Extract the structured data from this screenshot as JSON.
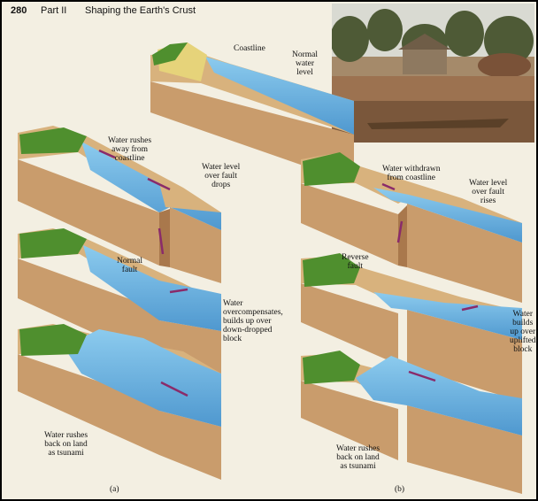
{
  "header": {
    "page_number": "280",
    "part": "Part II",
    "title": "Shaping the Earth's Crust"
  },
  "labels": {
    "coastline": "Coastline",
    "normal_water_level": [
      "Normal",
      "water",
      "level"
    ],
    "a_water_rushes_away": [
      "Water rushes",
      "away from",
      "coastline"
    ],
    "a_water_level_drops": [
      "Water level",
      "over fault",
      "drops"
    ],
    "normal_fault": [
      "Normal",
      "fault"
    ],
    "a_overcompensates": [
      "Water",
      "overcompensates,",
      "builds up over",
      "down-dropped",
      "block"
    ],
    "a_tsunami": [
      "Water rushes",
      "back on land",
      "as tsunami"
    ],
    "b_water_withdrawn": [
      "Water withdrawn",
      "from coastline"
    ],
    "b_water_level_rises": [
      "Water level",
      "over fault",
      "rises"
    ],
    "reverse_fault": [
      "Reverse",
      "fault"
    ],
    "b_builds_up": [
      "Water",
      "builds",
      "up over",
      "uplifted",
      "block"
    ],
    "b_tsunami": [
      "Water rushes",
      "back on land",
      "as tsunami"
    ],
    "panel_a": "(a)",
    "panel_b": "(b)"
  },
  "colors": {
    "water": "#6fb3dd",
    "water_dark": "#3f88c4",
    "rock_face": "#c99c6c",
    "rock_side": "#a9784c",
    "rock_top": "#d8b27d",
    "grass": "#4f8f2e",
    "sand": "#e6d37a",
    "arrow": "#8a2b6a"
  }
}
